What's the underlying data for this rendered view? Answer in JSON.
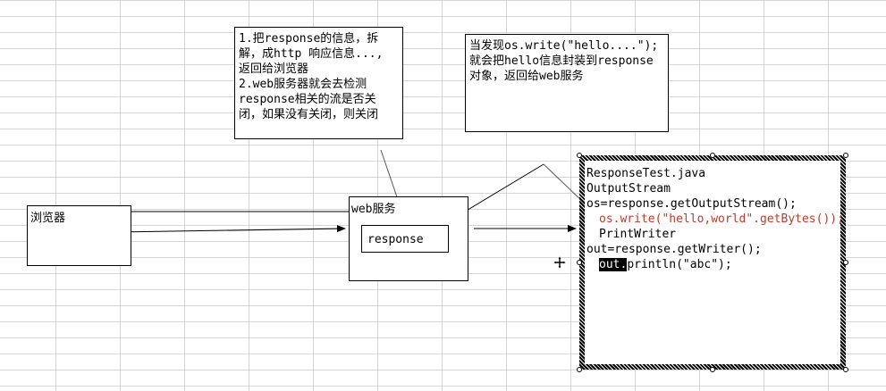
{
  "note1": {
    "lines": [
      "1.把response的信息，拆",
      "解，成http 响应信息...,",
      "返回给浏览器",
      "2.web服务器就会去检测",
      "response相关的流是否关",
      "闭，如果没有关闭，则关闭"
    ]
  },
  "note2": {
    "lines": [
      "当发现os.write(\"hello....\");",
      "就会把hello信息封装到response",
      "对象，返回给web服务"
    ]
  },
  "browser": {
    "label": "浏览器"
  },
  "webserver": {
    "label": "web服务",
    "inner_label": "response"
  },
  "code": {
    "line1": "ResponseTest.java",
    "line2": "OutputStream",
    "line3": "os=response.getOutputStream();",
    "line4": "os.write(\"hello,world\".getBytes());",
    "line5": "PrintWriter",
    "line6": "out=response.getWriter();",
    "line7_highlight": "out.",
    "line7_rest": "println(\"abc\");"
  },
  "colors": {
    "code_red": "#c0392b",
    "grid": "#d6d6d6"
  }
}
